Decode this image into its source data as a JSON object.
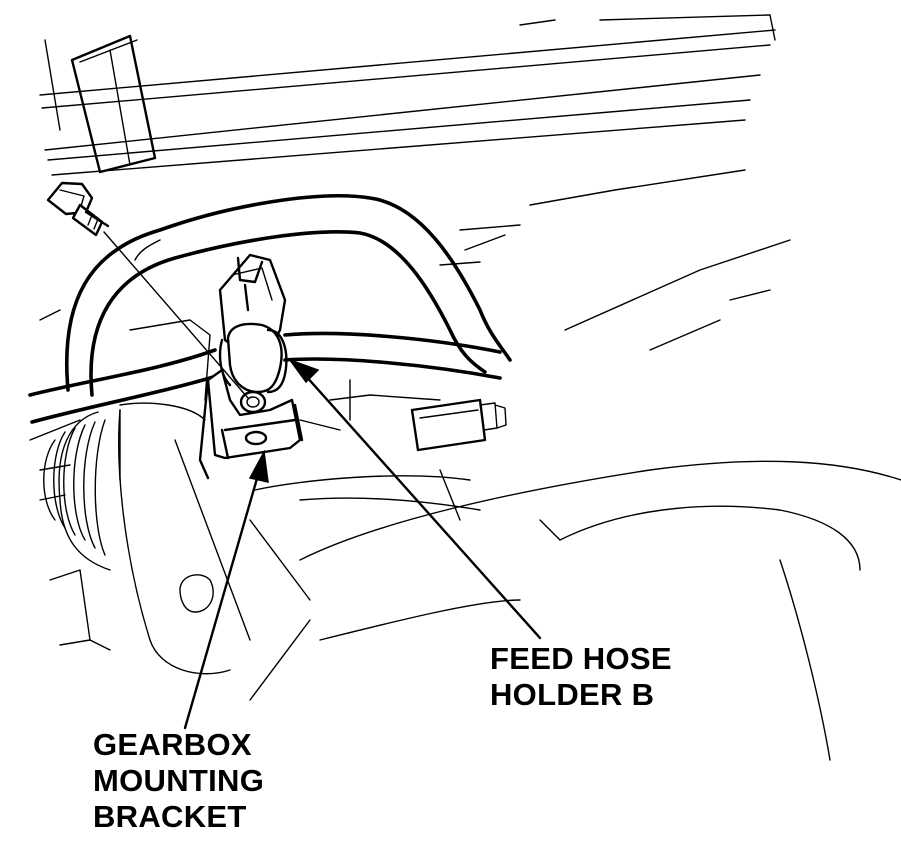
{
  "callouts": {
    "feed_hose_holder": [
      "FEED HOSE",
      "HOLDER B"
    ],
    "gearbox_bracket": [
      "GEARBOX",
      "MOUNTING",
      "BRACKET"
    ]
  }
}
